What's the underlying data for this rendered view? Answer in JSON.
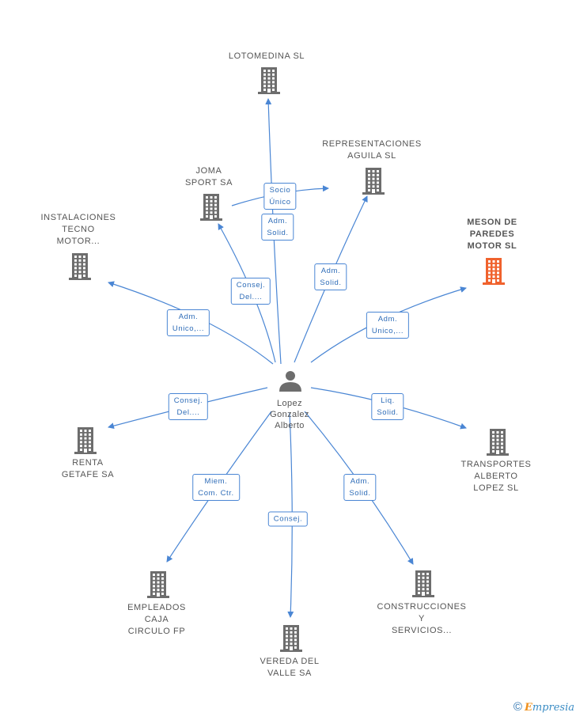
{
  "center_person": {
    "lines": [
      "Lopez",
      "Gonzalez",
      "Alberto"
    ]
  },
  "companies": [
    {
      "id": "lotomedina",
      "lines": [
        "LOTOMEDINA SL"
      ],
      "highlight": false
    },
    {
      "id": "representaciones",
      "lines": [
        "REPRESENTACIONES",
        "AGUILA SL"
      ],
      "highlight": false
    },
    {
      "id": "joma",
      "lines": [
        "JOMA",
        "SPORT SA"
      ],
      "highlight": false
    },
    {
      "id": "instalaciones",
      "lines": [
        "INSTALACIONES",
        "TECNO",
        "MOTOR..."
      ],
      "highlight": false
    },
    {
      "id": "meson",
      "lines": [
        "MESON DE",
        "PAREDES",
        "MOTOR  SL"
      ],
      "highlight": true
    },
    {
      "id": "renta",
      "lines": [
        "RENTA",
        "GETAFE SA"
      ],
      "highlight": false
    },
    {
      "id": "transportes",
      "lines": [
        "TRANSPORTES",
        "ALBERTO",
        "LOPEZ SL"
      ],
      "highlight": false
    },
    {
      "id": "empleados",
      "lines": [
        "EMPLEADOS",
        "CAJA",
        "CIRCULO FP"
      ],
      "highlight": false
    },
    {
      "id": "vereda",
      "lines": [
        "VEREDA DEL",
        "VALLE SA"
      ],
      "highlight": false
    },
    {
      "id": "construcciones",
      "lines": [
        "CONSTRUCCIONES",
        "Y",
        "SERVICIOS..."
      ],
      "highlight": false
    }
  ],
  "roles": [
    {
      "target": "lotomedina",
      "lines": [
        "Adm.",
        "Solid."
      ]
    },
    {
      "target": "representaciones",
      "lines": [
        "Socio",
        "Único"
      ]
    },
    {
      "target": "representaciones",
      "lines": [
        "Adm.",
        "Solid."
      ]
    },
    {
      "target": "joma",
      "lines": [
        "Consej.",
        "Del...."
      ]
    },
    {
      "target": "instalaciones",
      "lines": [
        "Adm.",
        "Unico,..."
      ]
    },
    {
      "target": "meson",
      "lines": [
        "Adm.",
        "Unico,..."
      ]
    },
    {
      "target": "renta",
      "lines": [
        "Consej.",
        "Del...."
      ]
    },
    {
      "target": "transportes",
      "lines": [
        "Liq.",
        "Solid."
      ]
    },
    {
      "target": "empleados",
      "lines": [
        "Miem.",
        "Com. Ctr."
      ]
    },
    {
      "target": "vereda",
      "lines": [
        "Consej."
      ]
    },
    {
      "target": "construcciones",
      "lines": [
        "Adm.",
        "Solid."
      ]
    }
  ],
  "colors": {
    "edge": "#4a86d4",
    "building": "#6d6d6d",
    "building_highlight": "#f0622d",
    "person": "#6d6d6d"
  },
  "footer": {
    "copyright": "©",
    "brand_initial": "E",
    "brand_rest": "mpresia"
  }
}
